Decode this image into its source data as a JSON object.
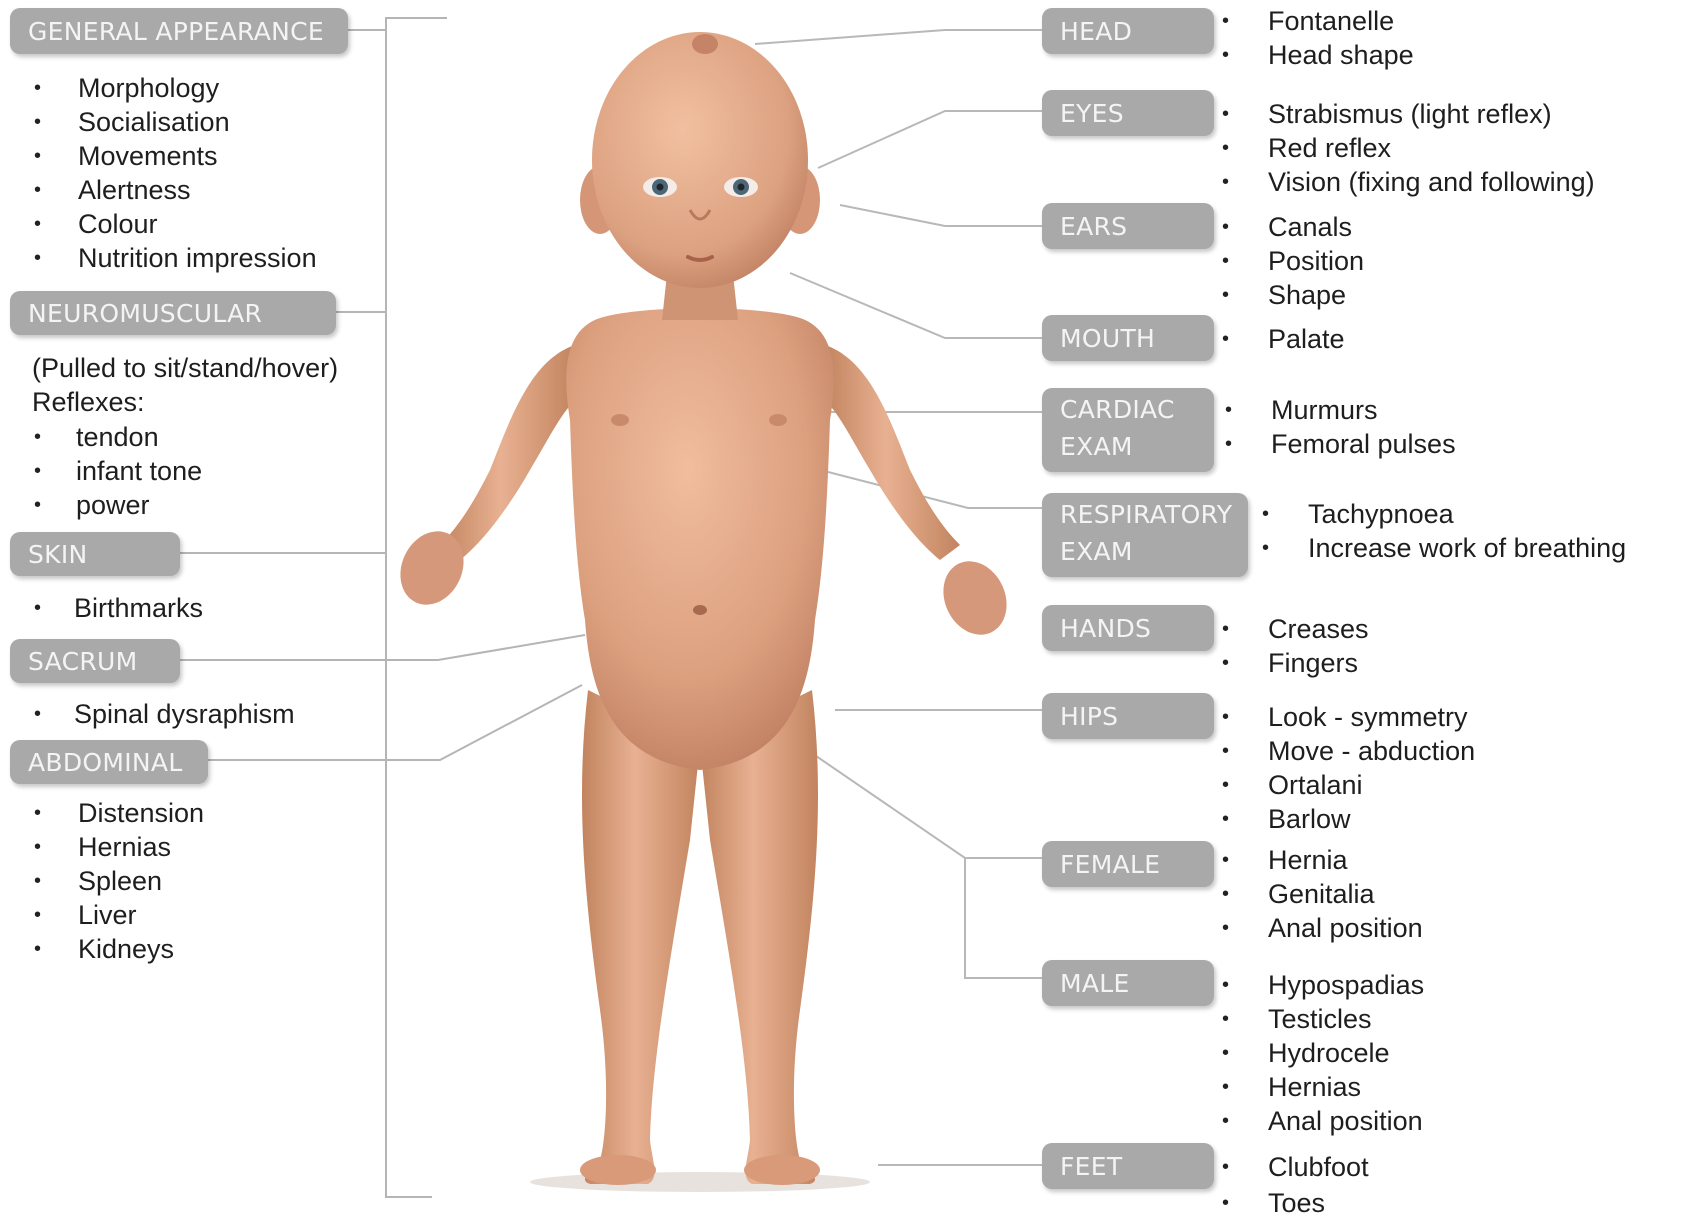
{
  "left_sections": [
    {
      "id": "general",
      "label": "GENERAL APPEARANCE",
      "items": [
        "Morphology",
        "Socialisation",
        "Movements",
        "Alertness",
        "Colour",
        "Nutrition impression"
      ]
    },
    {
      "id": "neuro",
      "label": "NEUROMUSCULAR",
      "notes": [
        "(Pulled to sit/stand/hover)",
        "Reflexes:"
      ],
      "items": [
        "tendon",
        "infant tone",
        "power"
      ]
    },
    {
      "id": "skin",
      "label": "SKIN",
      "items": [
        "Birthmarks"
      ]
    },
    {
      "id": "sacrum",
      "label": "SACRUM",
      "items": [
        "Spinal dysraphism"
      ]
    },
    {
      "id": "abdominal",
      "label": "ABDOMINAL",
      "items": [
        "Distension",
        "Hernias",
        "Spleen",
        "Liver",
        "Kidneys"
      ]
    }
  ],
  "right_sections": [
    {
      "id": "head",
      "label": [
        "HEAD"
      ],
      "items": [
        "Fontanelle",
        "Head shape"
      ]
    },
    {
      "id": "eyes",
      "label": [
        "EYES"
      ],
      "items": [
        "Strabismus (light reflex)",
        "Red reflex",
        "Vision (fixing and following)"
      ]
    },
    {
      "id": "ears",
      "label": [
        "EARS"
      ],
      "items": [
        "Canals",
        "Position",
        "Shape"
      ]
    },
    {
      "id": "mouth",
      "label": [
        "MOUTH"
      ],
      "items": [
        "Palate"
      ]
    },
    {
      "id": "cardiac",
      "label": [
        "CARDIAC",
        "EXAM"
      ],
      "items": [
        "Murmurs",
        "Femoral pulses"
      ]
    },
    {
      "id": "respiratory",
      "label": [
        "RESPIRATORY",
        "EXAM"
      ],
      "items": [
        "Tachypnoea",
        "Increase work of breathing"
      ]
    },
    {
      "id": "hands",
      "label": [
        "HANDS"
      ],
      "items": [
        "Creases",
        "Fingers"
      ]
    },
    {
      "id": "hips",
      "label": [
        "HIPS"
      ],
      "items": [
        "Look - symmetry",
        "Move - abduction",
        "Ortalani",
        "Barlow"
      ]
    },
    {
      "id": "female",
      "label": [
        "FEMALE"
      ],
      "items": [
        "Hernia",
        "Genitalia",
        "Anal position"
      ]
    },
    {
      "id": "male",
      "label": [
        "MALE"
      ],
      "items": [
        "Hypospadias",
        "Testicles",
        "Hydrocele",
        "Hernias",
        "Anal position"
      ]
    },
    {
      "id": "feet",
      "label": [
        "FEET"
      ],
      "items": [
        "Clubfoot",
        "Toes"
      ]
    }
  ],
  "colors": {
    "label_bg": "#a9a9a9",
    "label_text": "#f4f4f4",
    "leader": "#b8b8b8",
    "skin": "#d99f7f",
    "skin_shade": "#b97c5e"
  }
}
